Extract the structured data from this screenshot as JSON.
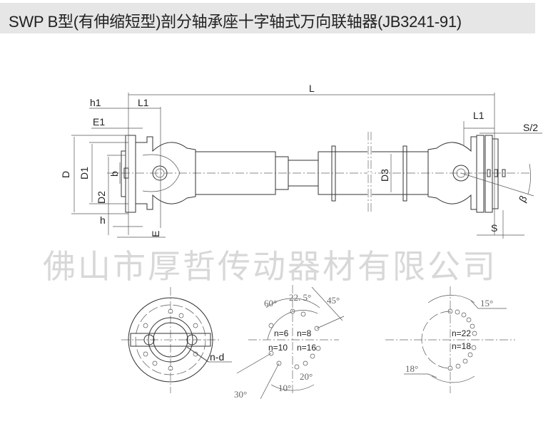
{
  "title": "SWP B型(有伸缩短型)剖分轴承座十字轴式万向联轴器(JB3241-91)",
  "watermark": "佛山市厚哲传动器材有限公司",
  "side_view": {
    "labels": {
      "L": "L",
      "h1": "h1",
      "L1_left": "L1",
      "E1": "E1",
      "D": "D",
      "D1": "D1",
      "D2": "D2",
      "b": "b",
      "h": "h",
      "E": "E",
      "D3": "D3",
      "L1_right": "L1",
      "S_half": "S/2",
      "S": "S",
      "beta": "β"
    }
  },
  "flange_view": {
    "nd_label": "n-d"
  },
  "hole_pattern_1": {
    "angles": {
      "a60": "60°",
      "a22": "22. 5°",
      "a45": "45°",
      "a30": "30°",
      "a10": "10°",
      "a20": "20°"
    },
    "counts": {
      "n6": "n=6",
      "n8": "n=8",
      "n10": "n=10",
      "n16": "n=16"
    }
  },
  "hole_pattern_2": {
    "angles": {
      "a15": "15°",
      "a18": "18°"
    },
    "counts": {
      "n22": "n=22",
      "n18": "n=18"
    }
  }
}
